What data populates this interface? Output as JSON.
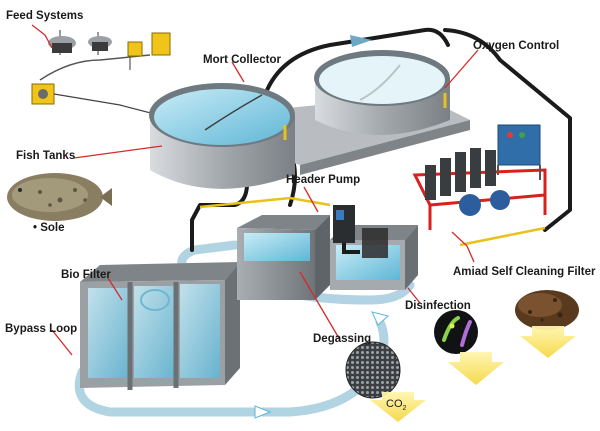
{
  "labels": {
    "feed_systems": "Feed Systems",
    "mort_collector": "Mort Collector",
    "oxygen_control": "Oxygen Control",
    "fish_tanks": "Fish Tanks",
    "sole": "• Sole",
    "header_pump": "Header Pump",
    "bio_filter": "Bio Filter",
    "amiad_filter": "Amiad Self Cleaning Filter",
    "disinfection": "Disinfection",
    "degassing": "Degassing",
    "bypass_loop": "Bypass Loop",
    "co2_main": "CO",
    "co2_sub": "2"
  },
  "colors": {
    "water": "#9ed6ea",
    "water_dark": "#5fb6d6",
    "concrete": "#8f9499",
    "pipe_flow": "#a9cfe0",
    "leader_line": "#d42a2a",
    "filter_frame": "#d8201c",
    "control_box": "#2f6ea8",
    "feeder_yellow": "#f0c419",
    "arrow_yellow": "#f5d742"
  }
}
